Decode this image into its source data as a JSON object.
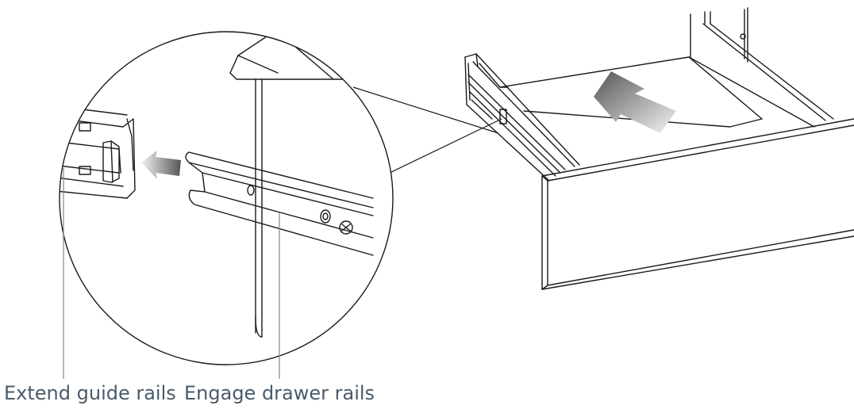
{
  "labels": {
    "extend_guide_rails": "Extend guide rails",
    "engage_drawer_rails": "Engage drawer rails"
  },
  "colors": {
    "line": "#1a1a1a",
    "callout_line": "#7a8a99",
    "label_text": "#4a5a6a",
    "arrow_dark": "#555555",
    "arrow_light": "#f2f2f2"
  },
  "icons": {
    "detail_magnifier": "detail-circle",
    "direction_arrows": [
      "push-in-arrow",
      "insert-left-arrow"
    ]
  }
}
